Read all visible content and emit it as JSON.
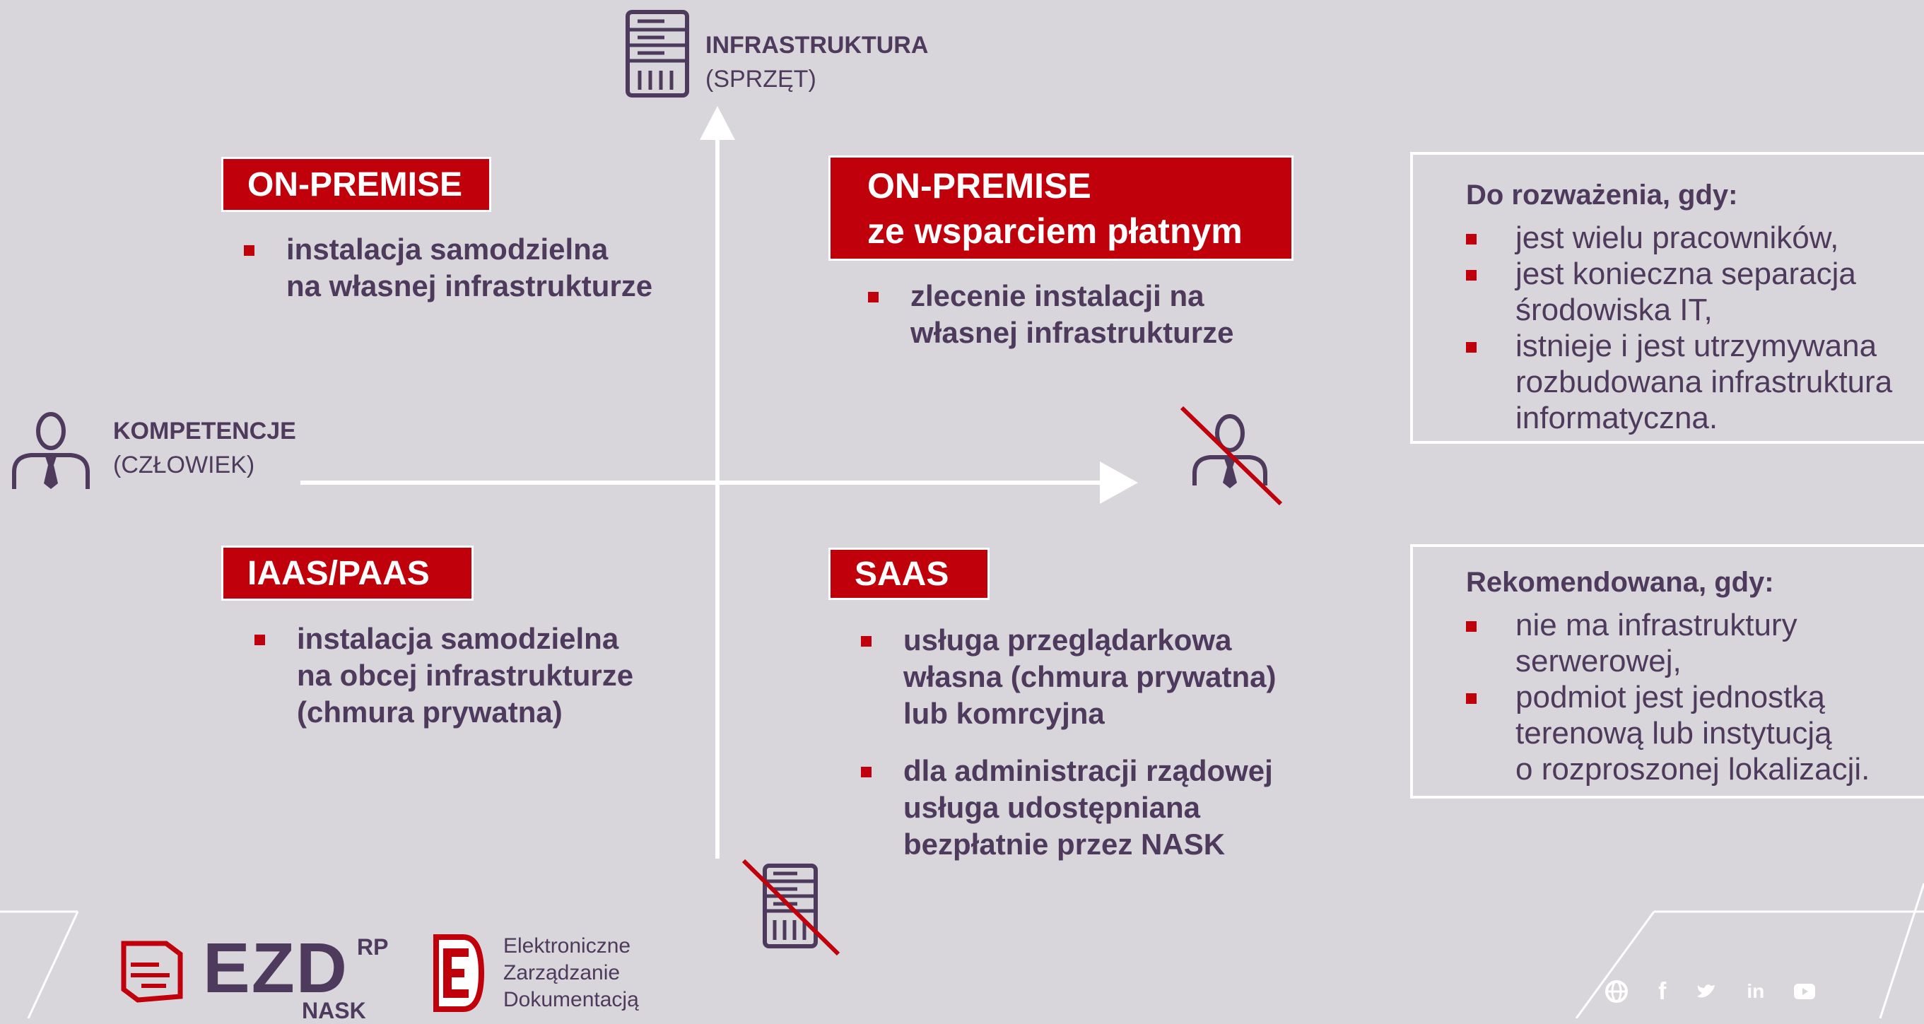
{
  "axes": {
    "vertical": {
      "title": "INFRASTRUKTURA",
      "subtitle": "(SPRZĘT)"
    },
    "horizontal": {
      "title": "KOMPETENCJE",
      "subtitle": "(CZŁOWIEK)"
    }
  },
  "quadrants": {
    "top_left": {
      "title": "ON-PREMISE",
      "bullets": [
        "instalacja samodzielna\nna własnej infrastrukturze"
      ]
    },
    "top_right": {
      "title_line1": "ON-PREMISE",
      "title_line2": "ze wsparciem płatnym",
      "bullets": [
        "zlecenie instalacji na\nwłasnej infrastrukturze"
      ]
    },
    "bottom_left": {
      "title": "IAAS/PAAS",
      "bullets": [
        "instalacja samodzielna\nna obcej infrastrukturze\n(chmura prywatna)"
      ]
    },
    "bottom_right": {
      "title": "SAAS",
      "bullets": [
        "usługa przeglądarkowa\nwłasna (chmura prywatna)\nlub komrcyjna",
        "dla administracji rządowej\nusługa udostępniana\nbezpłatnie przez NASK"
      ]
    }
  },
  "panels": {
    "consider": {
      "title": "Do rozważenia, gdy:",
      "items": [
        "jest wielu pracowników,",
        "jest konieczna separacja\nśrodowiska IT,",
        "istnieje i jest utrzymywana\nrozbudowana infrastruktura\ninformatyczna."
      ]
    },
    "recommended": {
      "title": "Rekomendowana, gdy:",
      "items": [
        "nie ma infrastruktury\nserwerowej,",
        "podmiot jest jednostką\nterenową lub instytucją\no rozproszonej lokalizacji."
      ]
    }
  },
  "footer": {
    "logo_ezd": "EZD",
    "logo_rp": "RP",
    "logo_nask": "NASK",
    "ezd_line1": "Elektroniczne",
    "ezd_line2": "Zarządzanie",
    "ezd_line3": "Dokumentacją"
  },
  "icons": {
    "server": "server-icon",
    "person": "person-icon",
    "social": [
      "globe-icon",
      "facebook-icon",
      "twitter-icon",
      "linkedin-icon",
      "youtube-icon"
    ]
  },
  "colors": {
    "accent_red": "#c0000b",
    "text_purple": "#4d3a5c",
    "background": "#d8d6da"
  }
}
